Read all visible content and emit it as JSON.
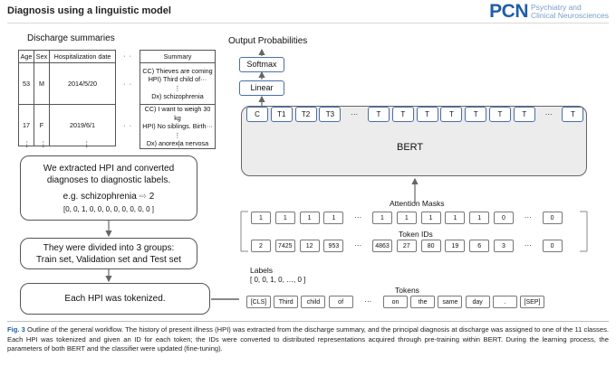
{
  "header": {
    "title": "Diagnosis using a linguistic model",
    "logo": "PCN",
    "journal_line1": "Psychiatry and",
    "journal_line2": "Clinical Neurosciences"
  },
  "discharge": {
    "title": "Discharge summaries",
    "headers": [
      "Age",
      "Sex",
      "Hospitalization date",
      "Summary"
    ],
    "rows": [
      {
        "age": "53",
        "sex": "M",
        "date": "2014/5/20",
        "summary_l1": "CC) Thieves are coming",
        "summary_l2": "HPI) Third child of···",
        "summary_dots": "⋮",
        "summary_l3": "Dx) schizophrenia"
      },
      {
        "age": "17",
        "sex": "F",
        "date": "2019/6/1",
        "summary_l1": "CC) I want to weigh 30 kg",
        "summary_l2": "HPI) No siblings. Birth···",
        "summary_dots": "⋮",
        "summary_l3": "Dx) anorexia nervosa"
      }
    ],
    "h_ellipsis": "·  ·",
    "v_ellipsis": "⋮"
  },
  "flow": {
    "box1_l1": "We extracted HPI and converted",
    "box1_l2": "diagnoses to diagnostic labels.",
    "box1_example": "e.g. schizophrenia",
    "box1_arrow": "⇨",
    "box1_num": "2",
    "box1_vector": "[0, 0, 1, 0, 0, 0, 0, 0, 0, 0, 0 ]",
    "box2_l1": "They were divided into 3 groups:",
    "box2_l2": "Train set, Validation set and Test set",
    "box3": "Each HPI was tokenized."
  },
  "model": {
    "output_label": "Output Probabilities",
    "softmax": "Softmax",
    "linear": "Linear",
    "bert": "BERT",
    "bert_tokens": [
      "C",
      "T1",
      "T2",
      "T3",
      "···",
      "T",
      "T",
      "T",
      "T",
      "T",
      "T",
      "T",
      "···",
      "T"
    ]
  },
  "inputs": {
    "attention_label": "Attention Masks",
    "attention": [
      "1",
      "1",
      "1",
      "1",
      "···",
      "1",
      "1",
      "1",
      "1",
      "1",
      "0",
      "···",
      "0"
    ],
    "tokenid_label": "Token IDs",
    "tokenids": [
      "2",
      "7425",
      "12",
      "953",
      "···",
      "4863",
      "27",
      "80",
      "19",
      "6",
      "3",
      "···",
      "0"
    ],
    "labels_label": "Labels",
    "labels_vector": "[ 0, 0, 1, 0, …, 0 ]",
    "tokens_label": "Tokens",
    "tokens": [
      "[CLS]",
      "Third",
      "child",
      "of",
      "···",
      "on",
      "the",
      "same",
      "day",
      ".",
      "[SEP]"
    ]
  },
  "caption": {
    "fig": "Fig. 3",
    "text": "Outline of the general workflow. The history of present illness (HPI) was extracted from the discharge summary, and the principal diagnosis at discharge was assigned to one of the 11 classes. Each HPI was tokenized and given an ID for each token; the IDs were converted to distributed representations acquired through pre-training within BERT. During the learning process, the parameters of both BERT and the classifier were updated (fine-tuning)."
  },
  "colors": {
    "accent": "#1f5fa8",
    "token_border": "#4a6fa8",
    "bert_fill": "#ececec"
  }
}
